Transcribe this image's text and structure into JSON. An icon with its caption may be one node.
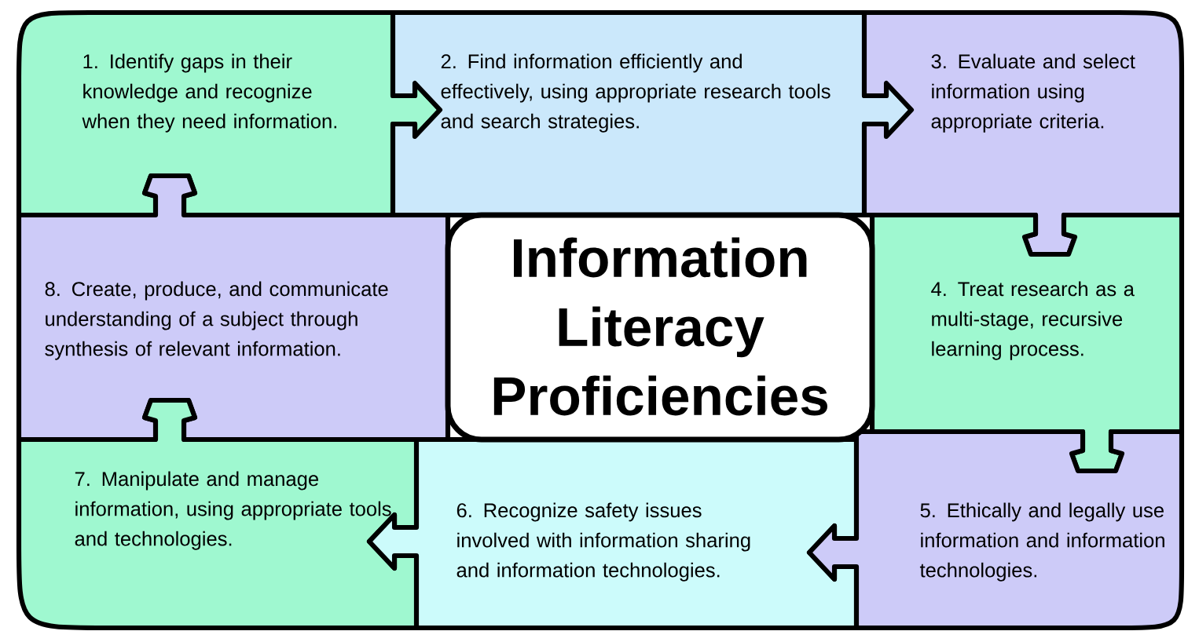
{
  "diagram": {
    "nodes": [
      {
        "text": [
          "1. Identify gaps in their knowledge and recognize when they need information."
        ]
      },
      {
        "text": [
          "2. Find information efficiently and effectively, using appropriate research tools and search strategies."
        ]
      },
      {
        "text": [
          "3. Evaluate and select information using appropriate criteria."
        ]
      },
      {
        "text": [
          "8. Create, produce, and communicate understanding of a subject through synthesis of relevant information."
        ]
      },
      {
        "text": [
          "Information Literacy Proficiencies"
        ]
      },
      {
        "text": [
          "4. Treat research as a multi-stage, recursive learning process."
        ]
      },
      {
        "text": [
          "7. Manipulate and manage information, using appropriate tools and technologies."
        ]
      },
      {
        "text": [
          "6. Recognize safety issues involved with information sharing and information technologies."
        ]
      },
      {
        "text": [
          "5. Ethically and legally use information and information technologies."
        ]
      }
    ]
  }
}
